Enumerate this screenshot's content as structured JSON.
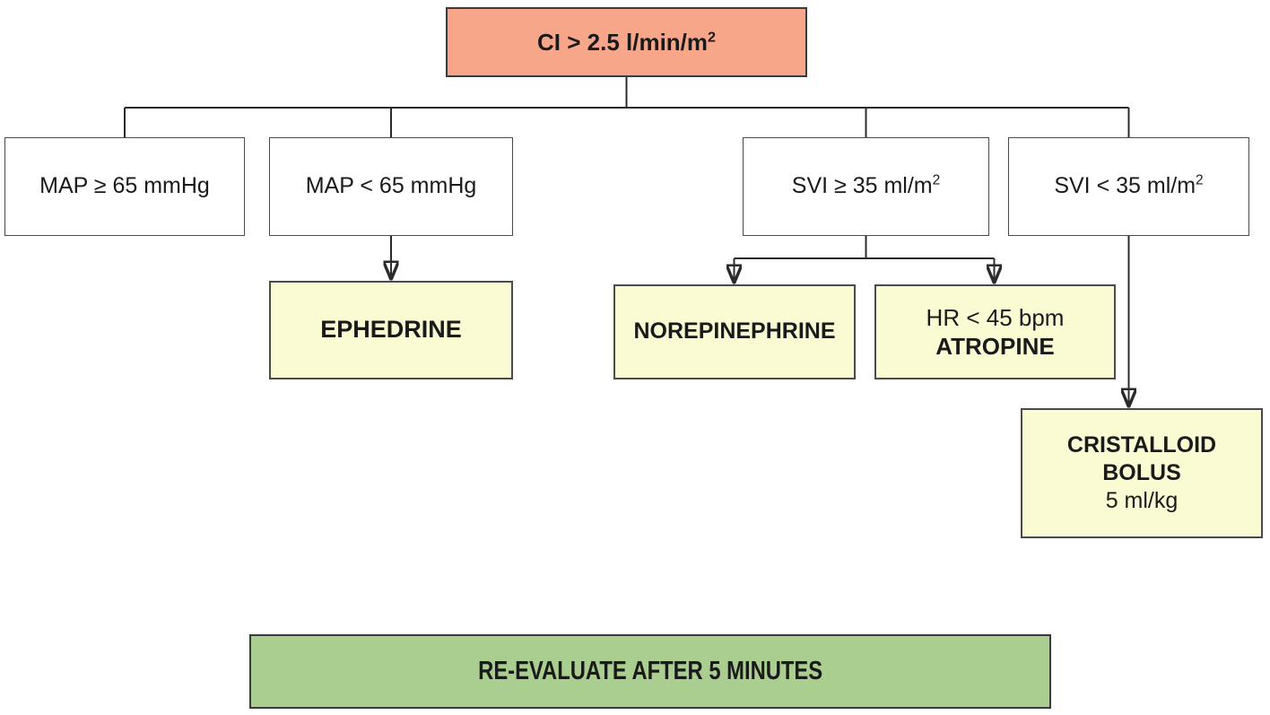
{
  "diagram": {
    "kind": "flowchart",
    "colors": {
      "root_box_bg": "#F8A689",
      "condition_box_bg": "#FFFFFF",
      "action_box_bg": "#FBFBD3",
      "reevaluate_box_bg": "#AACD90",
      "border": "#3A3A3A",
      "line": "#2B2B2B",
      "text": "#1A1A1A"
    },
    "nodes": {
      "root": {
        "text": "CI > 2.5 l/min/m",
        "sup": "2"
      },
      "map_ge": {
        "text": "MAP ≥ 65 mmHg"
      },
      "map_lt": {
        "text": "MAP < 65 mmHg"
      },
      "svi_ge": {
        "text": "SVI ≥ 35 ml/m",
        "sup": "2"
      },
      "svi_lt": {
        "text": "SVI < 35 ml/m",
        "sup": "2"
      },
      "ephedrine": {
        "text": "EPHEDRINE"
      },
      "norepinephrine": {
        "text": "NOREPINEPHRINE"
      },
      "atropine": {
        "condition": "HR < 45 bpm",
        "text": "ATROPINE"
      },
      "cristalloid": {
        "line1": "CRISTALLOID",
        "line2": "BOLUS",
        "line3": "5 ml/kg"
      },
      "reevaluate": {
        "text": "RE-EVALUATE AFTER 5 MINUTES"
      }
    },
    "edges": [
      {
        "from": "root",
        "to": "map_ge",
        "arrow": false
      },
      {
        "from": "root",
        "to": "map_lt",
        "arrow": false
      },
      {
        "from": "root",
        "to": "svi_ge",
        "arrow": false
      },
      {
        "from": "root",
        "to": "svi_lt",
        "arrow": false
      },
      {
        "from": "map_lt",
        "to": "ephedrine",
        "arrow": true
      },
      {
        "from": "svi_ge",
        "to": "norepinephrine",
        "arrow": true
      },
      {
        "from": "svi_ge",
        "to": "atropine",
        "arrow": true
      },
      {
        "from": "svi_lt",
        "to": "cristalloid",
        "arrow": true
      }
    ]
  }
}
